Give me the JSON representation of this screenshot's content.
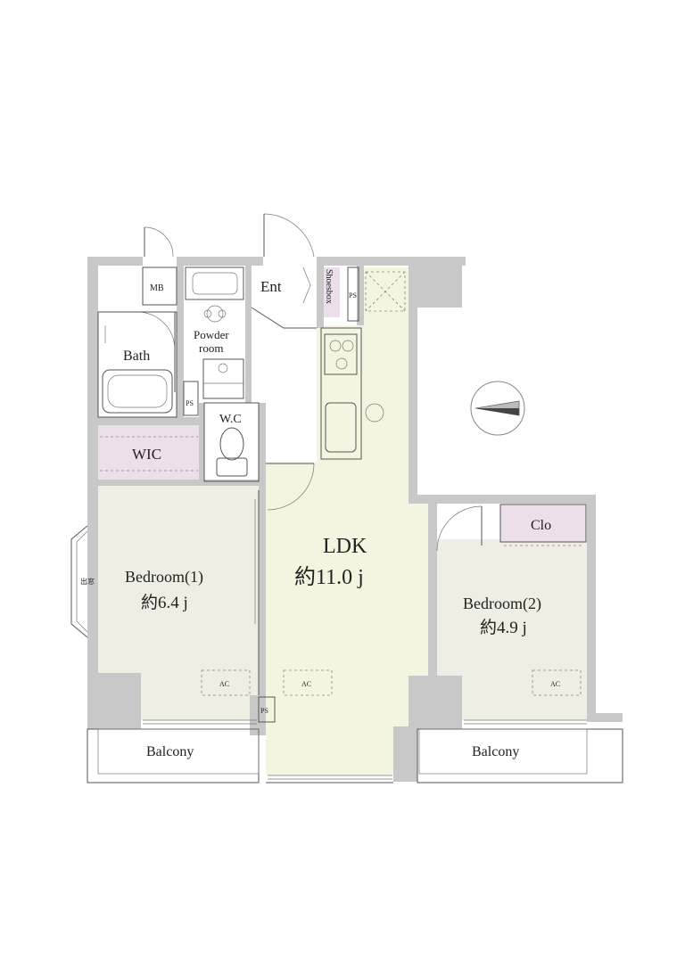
{
  "rooms": {
    "mb": "MB",
    "bath": "Bath",
    "powder_line1": "Powder",
    "powder_line2": "room",
    "ent": "Ent",
    "shoesbox": "Shoesbox",
    "ps": "PS",
    "wc": "W.C",
    "wic": "WIC",
    "ldk_name": "LDK",
    "ldk_size": "約11.0 j",
    "bedroom1_name": "Bedroom(1)",
    "bedroom1_size": "約6.4 j",
    "bedroom2_name": "Bedroom(2)",
    "bedroom2_size": "約4.9 j",
    "clo": "Clo",
    "bay_window": "出窓",
    "balcony_left": "Balcony",
    "balcony_right": "Balcony"
  },
  "ac_label": "AC",
  "colors": {
    "ldk_fill": "#f4f5e1",
    "bedroom_fill": "#efeee4",
    "storage_fill": "#ecdfec",
    "wall": "#c8c8c8",
    "line": "#555555"
  }
}
